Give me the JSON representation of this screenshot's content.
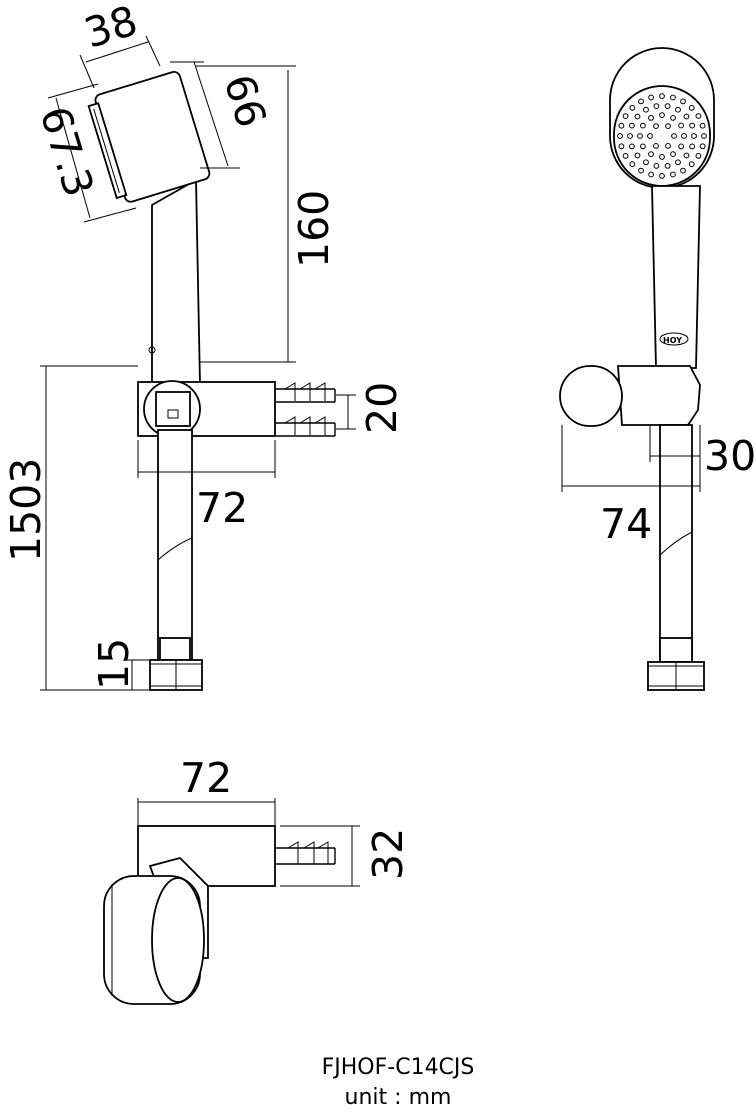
{
  "drawing": {
    "dimensions": {
      "head_width": "38",
      "head_diameter": "66",
      "face_diameter": "67.3",
      "handle_length": "160",
      "hose_length": "1503",
      "nut_height": "15",
      "holder_width": "72",
      "nipple_spacing": "20",
      "holder_depth_side": "30",
      "holder_reach_side": "74",
      "bracket_width_top": "72",
      "bracket_depth_top": "32"
    },
    "brand_mark": "HOY",
    "model": "FJHOF-C14CJS",
    "unit": "unit : mm"
  }
}
